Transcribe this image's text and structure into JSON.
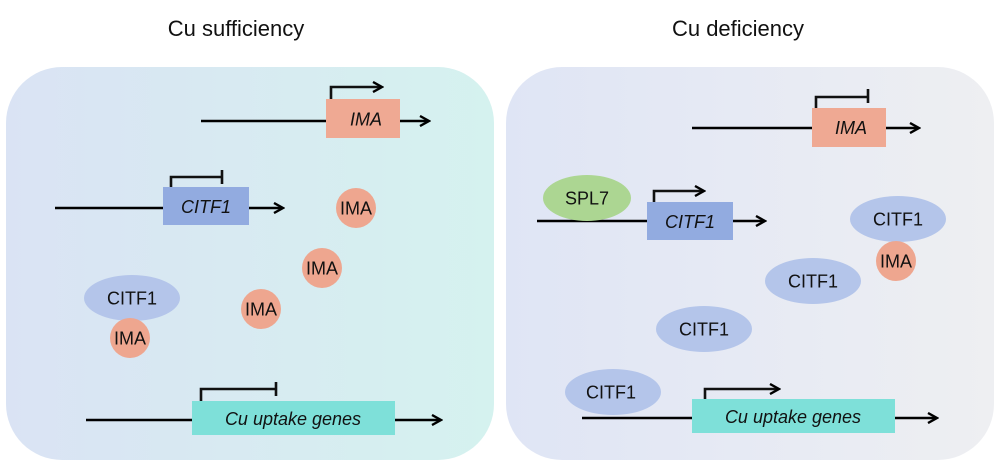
{
  "figure": {
    "colors": {
      "ima_gene": "#EFA993",
      "ima_protein": "#EEA68F",
      "citf1_gene": "#92ABE0",
      "citf1_protein": "#B4C5EA",
      "spl7_protein": "#ACD692",
      "cu_uptake_gene": "#7EE0D9",
      "left_panel_bg_start": "#DAE3F4",
      "left_panel_bg_end": "#D5F2EF",
      "right_panel_bg_start": "#DFE5F5",
      "right_panel_bg_end": "#EEEFF2"
    },
    "panels": [
      {
        "title": "Cu sufficiency",
        "genes": [
          {
            "name": "IMA",
            "promoter": "active"
          },
          {
            "name": "CITF1",
            "promoter": "repressed"
          },
          {
            "name": "Cu uptake genes",
            "promoter": "repressed"
          }
        ],
        "proteins": [
          {
            "name": "IMA",
            "state": "free"
          },
          {
            "name": "IMA",
            "state": "free"
          },
          {
            "name": "IMA",
            "state": "free"
          },
          {
            "name": "CITF1",
            "state": "bound"
          },
          {
            "name": "IMA",
            "state": "bound"
          }
        ]
      },
      {
        "title": "Cu deficiency",
        "genes": [
          {
            "name": "IMA",
            "promoter": "repressed"
          },
          {
            "name": "CITF1",
            "promoter": "active"
          },
          {
            "name": "Cu uptake genes",
            "promoter": "active"
          }
        ],
        "proteins": [
          {
            "name": "SPL7",
            "state": "bound_to_promoter"
          },
          {
            "name": "CITF1",
            "state": "bound"
          },
          {
            "name": "IMA",
            "state": "bound"
          },
          {
            "name": "CITF1",
            "state": "free"
          },
          {
            "name": "CITF1",
            "state": "free"
          },
          {
            "name": "CITF1",
            "state": "bound_to_promoter"
          }
        ]
      }
    ]
  }
}
